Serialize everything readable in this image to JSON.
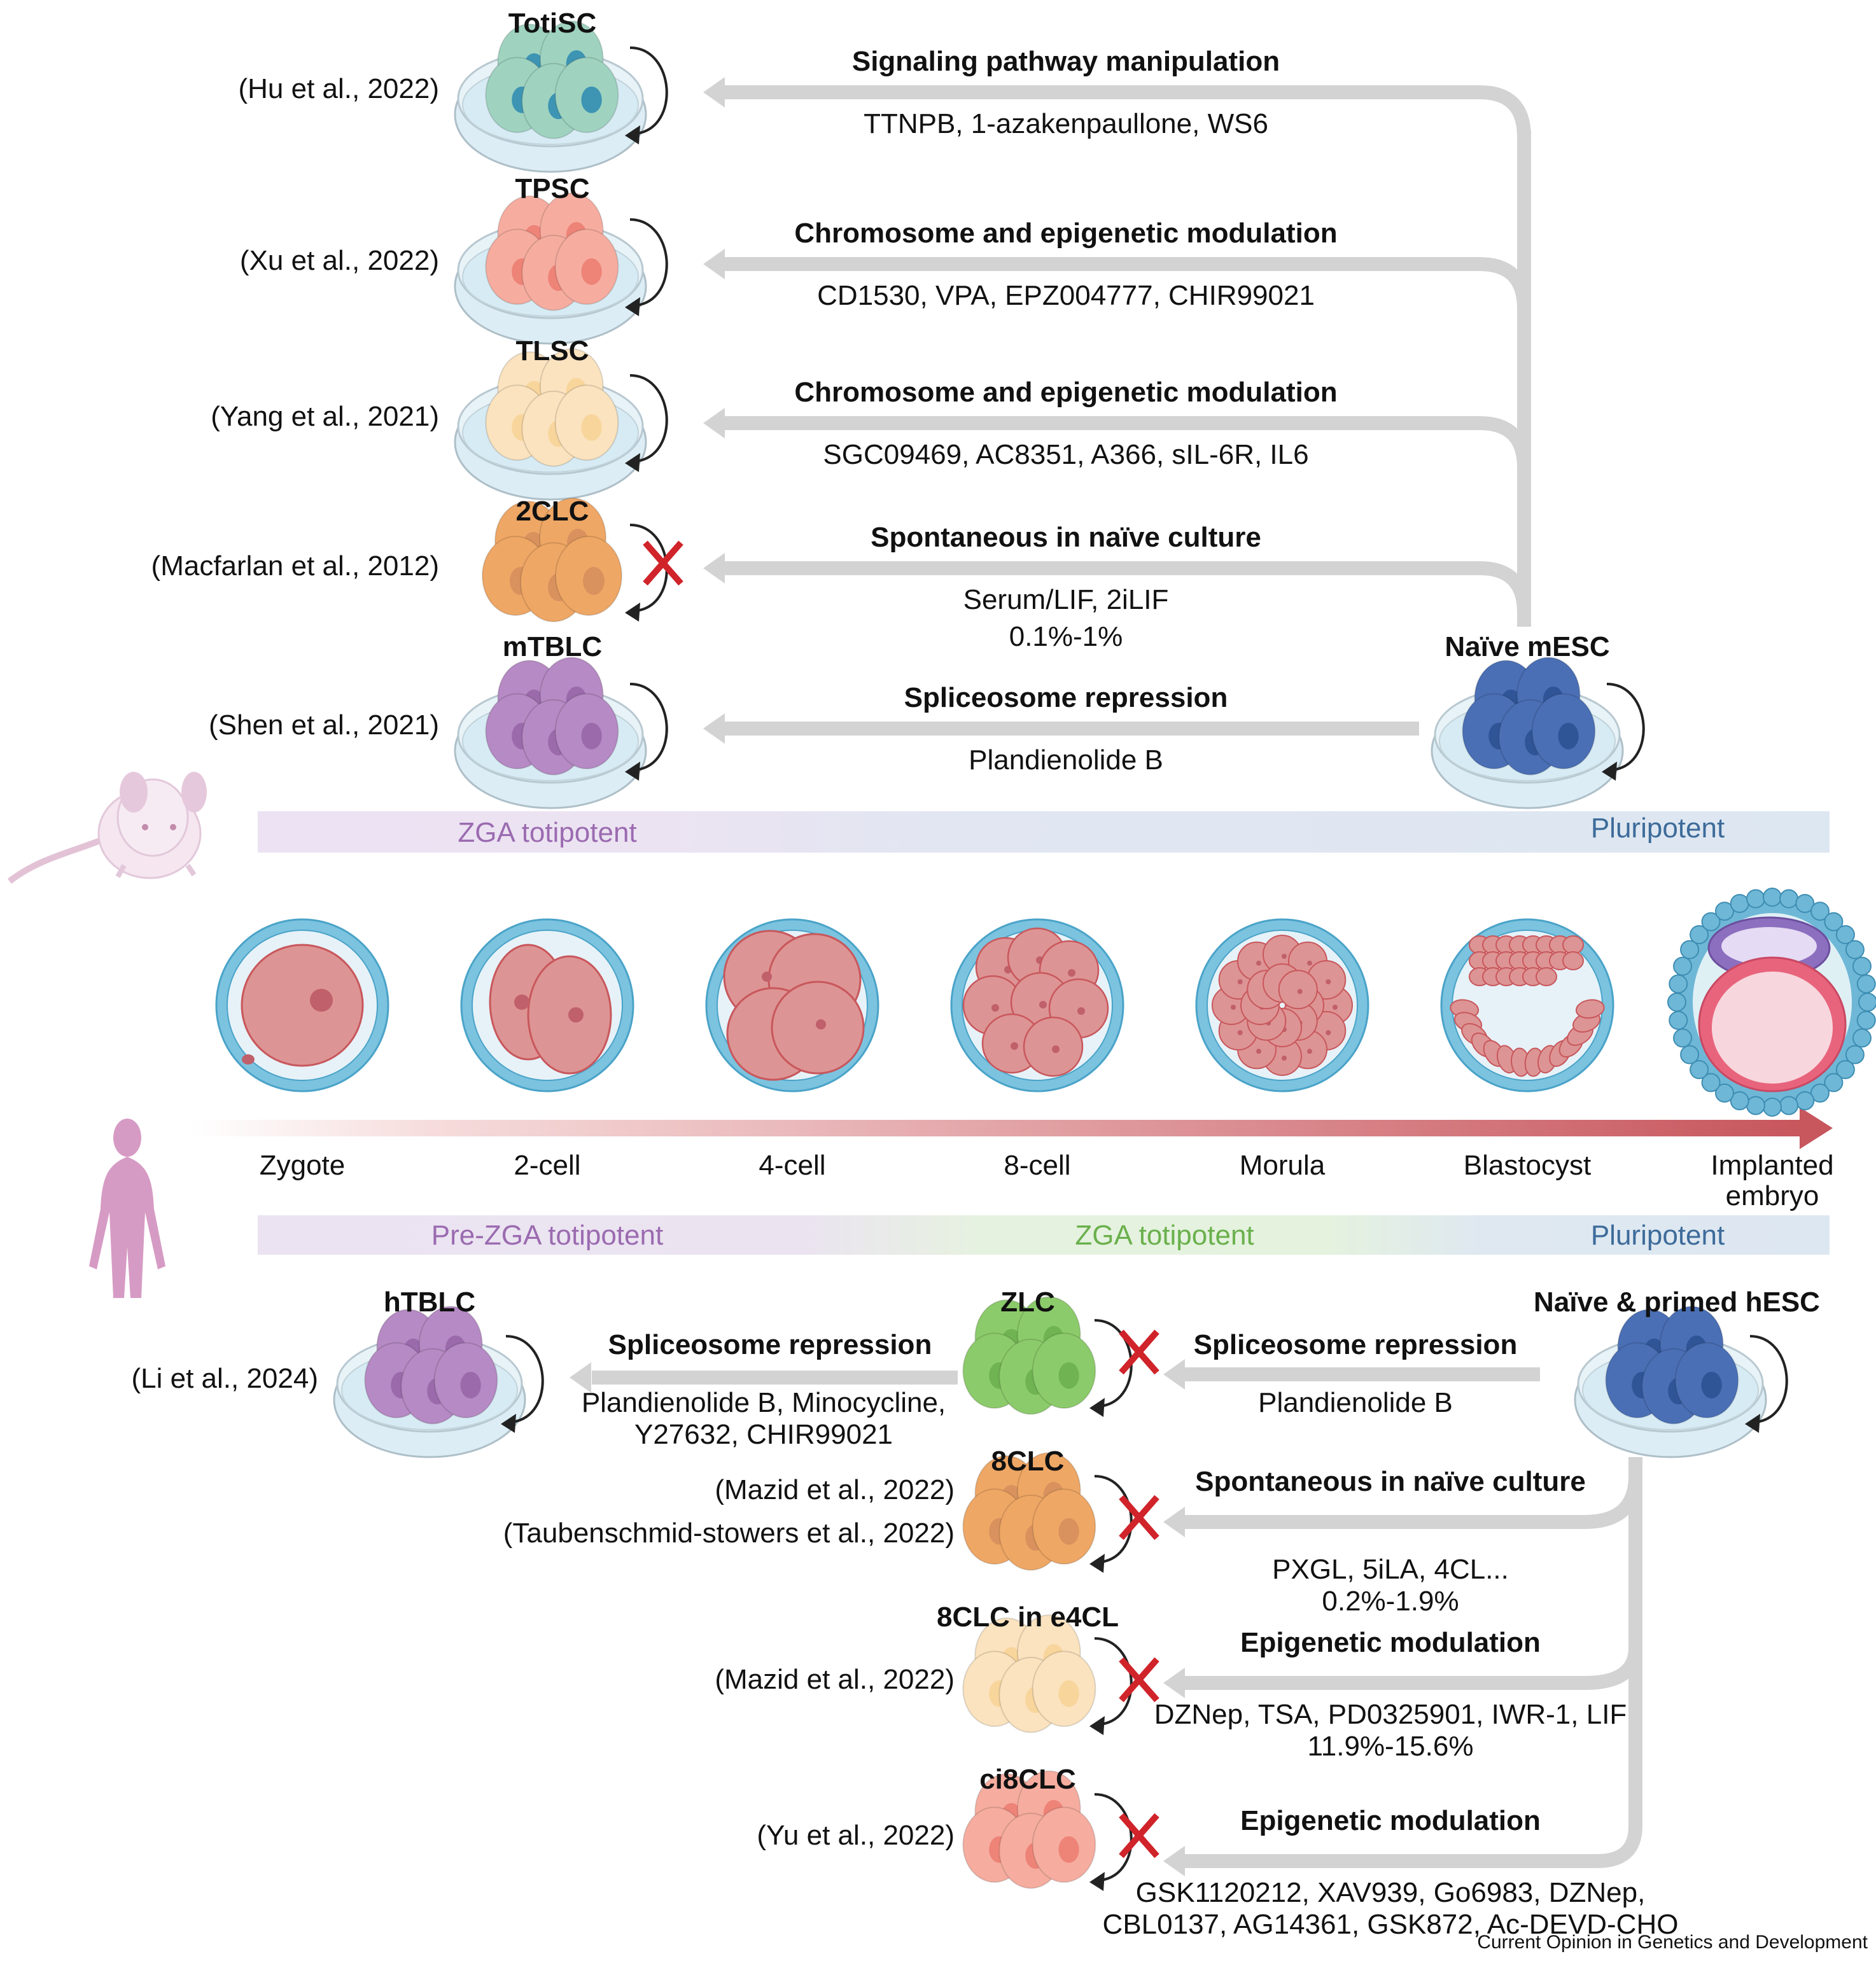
{
  "figure": {
    "credit": "Current Opinion in Genetics and Development"
  },
  "colors": {
    "arrow_gray": "#d3d3d3",
    "block_red": "#d0232a",
    "zga_purple": "#9b6bb0",
    "pluri_blue": "#3d6b9a",
    "zga_green": "#6ab04c",
    "timeline_red": "#c86066"
  },
  "mouse": {
    "icon": "mouse-icon",
    "naive": {
      "label": "Naïve mESC",
      "color": "#4a6fb5"
    },
    "cells": [
      {
        "label": "TotiSC",
        "citation": "(Hu et al., 2022)",
        "color": "#9fd3c0",
        "nucleus": "#3d94b3",
        "dish": true,
        "blocked": false,
        "method": "Signaling pathway manipulation",
        "reagents": [
          "TTNPB, 1-azakenpaullone, WS6"
        ]
      },
      {
        "label": "TPSC",
        "citation": "(Xu et al., 2022)",
        "color": "#f6ada0",
        "nucleus": "#ee8377",
        "dish": true,
        "blocked": false,
        "method": "Chromosome and epigenetic modulation",
        "reagents": [
          "CD1530, VPA, EPZ004777, CHIR99021"
        ]
      },
      {
        "label": "TLSC",
        "citation": "(Yang et al., 2021)",
        "color": "#fbe3bf",
        "nucleus": "#f8d59b",
        "dish": true,
        "blocked": false,
        "method": "Chromosome and epigenetic modulation",
        "reagents": [
          "SGC09469, AC8351, A366, sIL-6R, IL6"
        ]
      },
      {
        "label": "2CLC",
        "citation": "(Macfarlan et al., 2012)",
        "color": "#efa765",
        "nucleus": "#d9925e",
        "dish": false,
        "blocked": true,
        "method": "Spontaneous in naïve culture",
        "reagents": [
          "Serum/LIF, 2iLIF",
          "0.1%-1%"
        ]
      },
      {
        "label": "mTBLC",
        "citation": "(Shen et al., 2021)",
        "color": "#b68ac4",
        "nucleus": "#9a6aab",
        "dish": true,
        "blocked": false,
        "method": "Spliceosome repression",
        "reagents": [
          "Plandienolide B"
        ]
      }
    ],
    "bands": [
      {
        "label": "ZGA totipotent",
        "color": "#9b6bb0"
      },
      {
        "label": "Pluripotent",
        "color": "#3d6b9a"
      }
    ]
  },
  "timeline": {
    "stages": [
      "Zygote",
      "2-cell",
      "4-cell",
      "8-cell",
      "Morula",
      "Blastocyst",
      "Implanted\nembryo"
    ],
    "embryo_icons": [
      "zygote-icon",
      "two-cell-embryo-icon",
      "four-cell-embryo-icon",
      "eight-cell-embryo-icon",
      "morula-icon",
      "blastocyst-icon",
      "implanted-embryo-icon"
    ]
  },
  "human": {
    "icon": "human-icon",
    "bands": [
      {
        "label": "Pre-ZGA totipotent",
        "color": "#9b6bb0"
      },
      {
        "label": "ZGA totipotent",
        "color": "#6ab04c"
      },
      {
        "label": "Pluripotent",
        "color": "#3d6b9a"
      }
    ],
    "hesc": {
      "label": "Naïve & primed hESC",
      "color": "#4a6fb5"
    },
    "zlc": {
      "label": "ZLC",
      "color": "#8ccb6b",
      "nucleus": "#6fb352",
      "blocked": true,
      "method": "Spliceosome repression",
      "reagents": [
        "Plandienolide B"
      ]
    },
    "htblc": {
      "label": "hTBLC",
      "citation": "(Li et al., 2024)",
      "color": "#b68ac4",
      "nucleus": "#9a6aab",
      "method": "Spliceosome repression",
      "reagents": [
        "Plandienolide B, Minocycline,",
        "Y27632, CHIR99021"
      ]
    },
    "cells": [
      {
        "label": "8CLC",
        "citations": [
          "(Mazid et al., 2022)",
          "(Taubenschmid-stowers et al., 2022)"
        ],
        "color": "#efa765",
        "nucleus": "#d9925e",
        "blocked": true,
        "method": "Spontaneous in naïve culture",
        "reagents": [
          "PXGL, 5iLA, 4CL...",
          "0.2%-1.9%"
        ]
      },
      {
        "label": "8CLC in e4CL",
        "citations": [
          "(Mazid et al., 2022)"
        ],
        "color": "#fbe3bf",
        "nucleus": "#f8d59b",
        "blocked": true,
        "method": "Epigenetic modulation",
        "reagents": [
          "DZNep, TSA, PD0325901, IWR-1, LIF",
          "11.9%-15.6%"
        ]
      },
      {
        "label": "ci8CLC",
        "citations": [
          "(Yu et al., 2022)"
        ],
        "color": "#f6ada0",
        "nucleus": "#ee8377",
        "blocked": true,
        "method": "Epigenetic modulation",
        "reagents": [
          "GSK1120212, XAV939, Go6983, DZNep,",
          "CBL0137, AG14361, GSK872, Ac-DEVD-CHO"
        ]
      }
    ]
  }
}
